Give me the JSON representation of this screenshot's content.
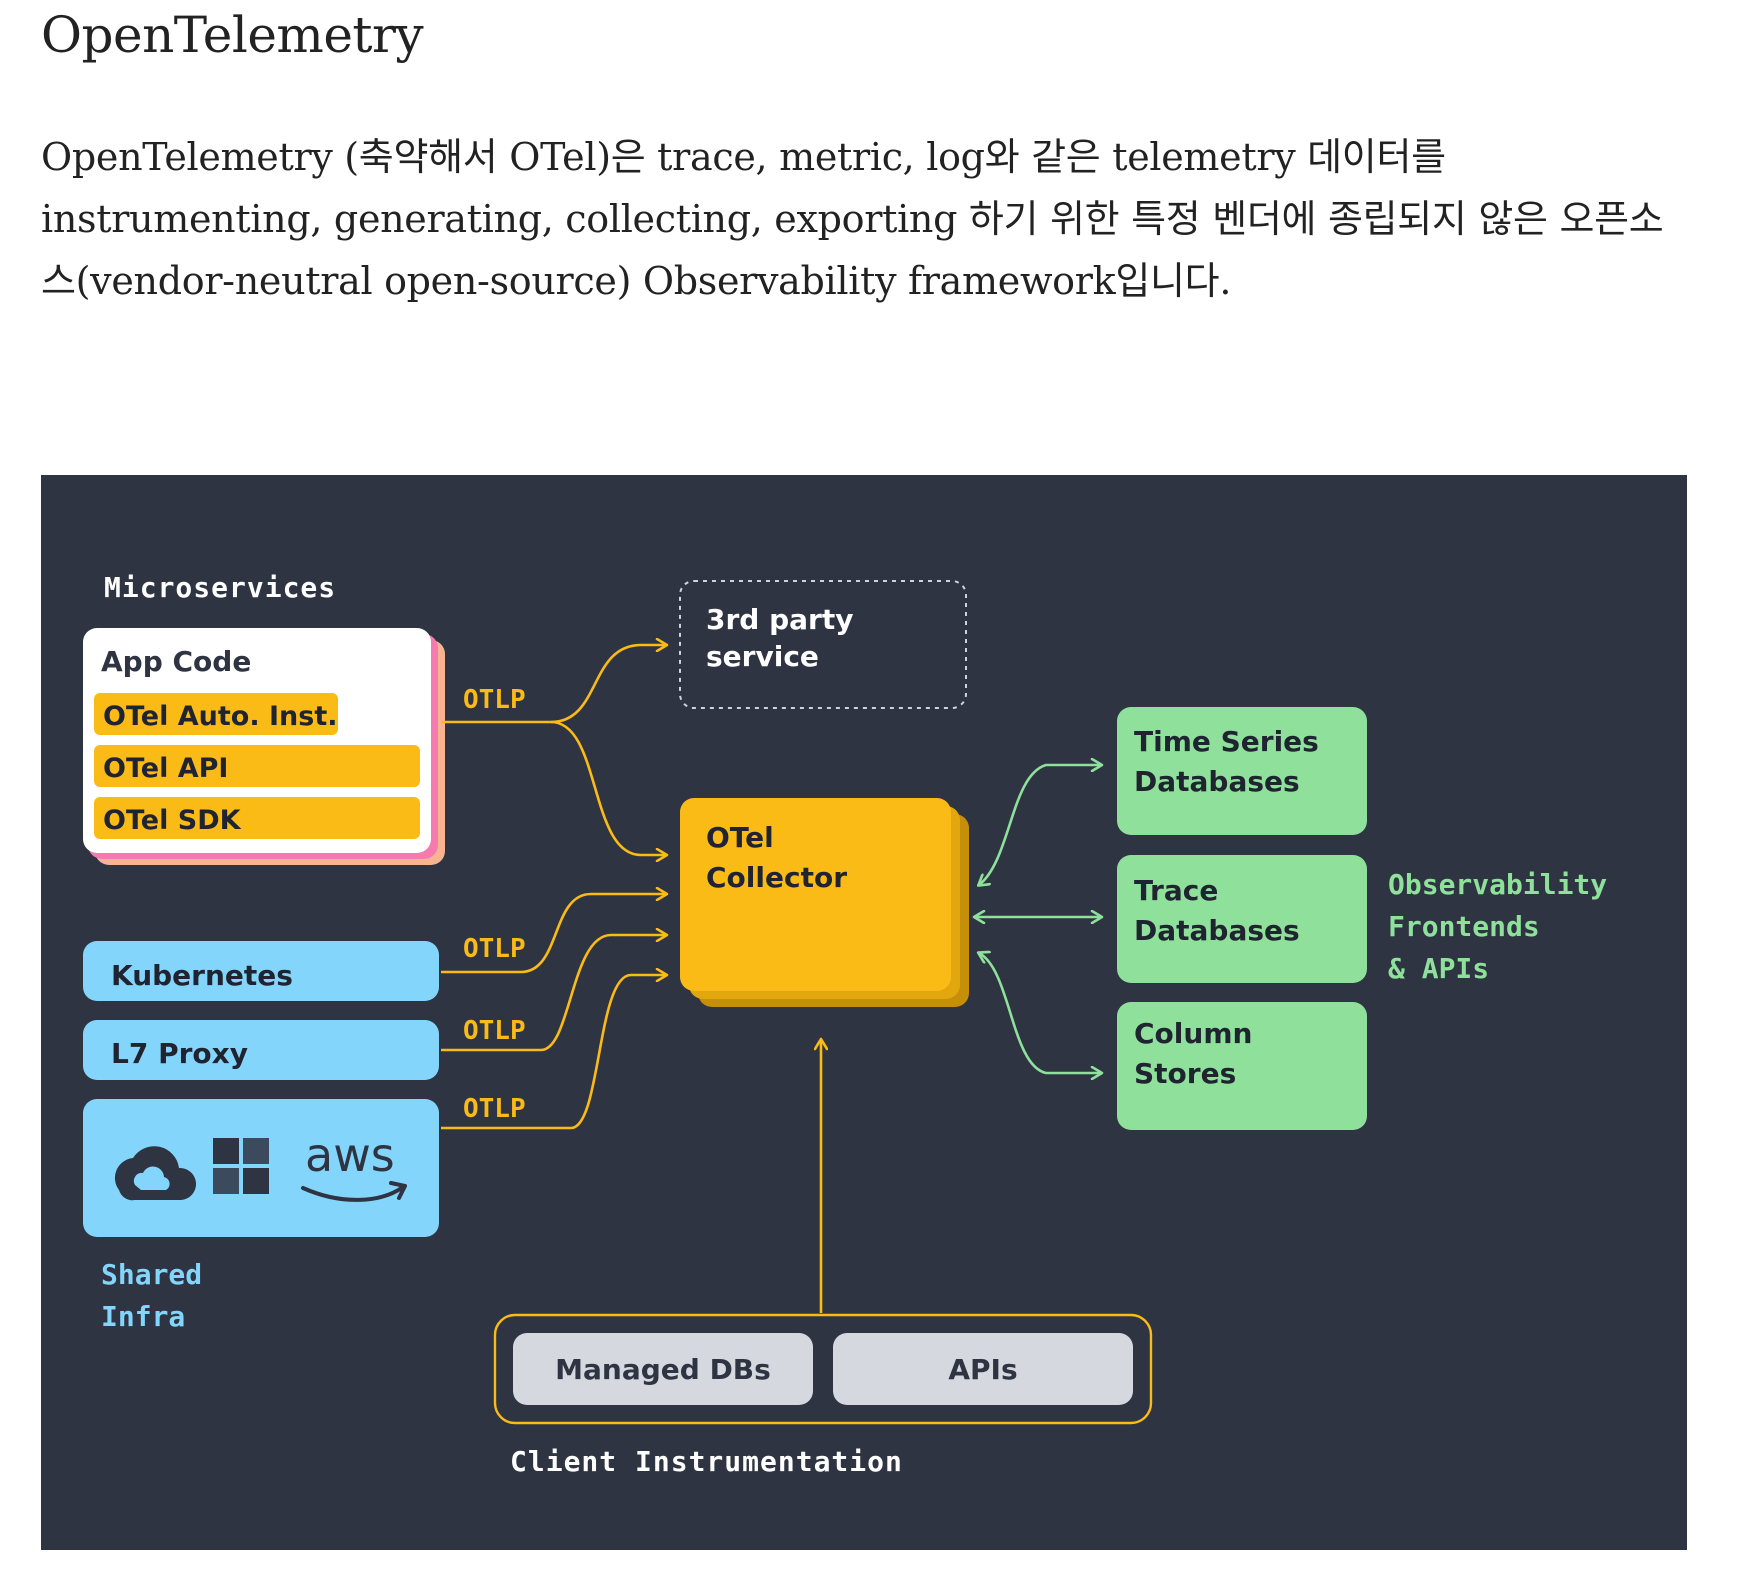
{
  "page": {
    "title": "OpenTelemetry",
    "intro_lines": [
      "OpenTelemetry (축약해서 OTel)은 trace, metric, log와 같은 telemetry 데이터를",
      "instrumenting, generating, collecting, exporting 하기 위한 특정 벤더에 종립되지 않은 오픈소",
      "스(vendor-neutral open-source) Observability framework입니다."
    ]
  },
  "diagram": {
    "microservices_label": "Microservices",
    "app_code": "App Code",
    "otel_auto_inst": "OTel Auto. Inst.",
    "otel_api": "OTel API",
    "otel_sdk": "OTel SDK",
    "third_party": [
      "3rd party",
      "service"
    ],
    "otlp": "OTLP",
    "kubernetes": "Kubernetes",
    "l7_proxy": "L7 Proxy",
    "cloud_icons": [
      "gcp-cloud-icon",
      "azure-windows-icon",
      "aws-logo"
    ],
    "aws_text": "aws",
    "shared_infra": [
      "Shared",
      "Infra"
    ],
    "collector": [
      "OTel",
      "Collector"
    ],
    "time_series": [
      "Time Series",
      "Databases"
    ],
    "trace_db": [
      "Trace",
      "Databases"
    ],
    "column_stores": [
      "Column",
      "Stores"
    ],
    "observability": [
      "Observability",
      "Frontends",
      "& APIs"
    ],
    "managed_dbs": "Managed DBs",
    "apis": "APIs",
    "client_instrumentation": "Client Instrumentation",
    "colors": {
      "background": "#2e3442",
      "yellow": "#fbbb16",
      "blue": "#84d5fb",
      "green": "#8ee09b",
      "pink": "#f47ab0",
      "peach": "#f8b48e",
      "grey_box": "#d5d8df"
    }
  }
}
